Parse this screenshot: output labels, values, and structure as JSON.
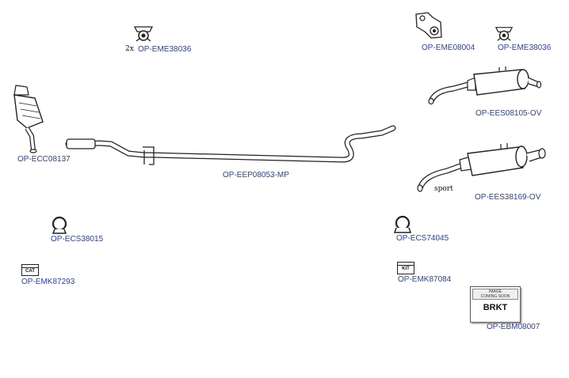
{
  "parts": {
    "eme38036_left": {
      "label": "OP-EME38036",
      "qty": "2x"
    },
    "eme08004": {
      "label": "OP-EME08004"
    },
    "eme38036_right": {
      "label": "OP-EME38036"
    },
    "ees08105": {
      "label": "OP-EES08105-OV"
    },
    "ecc08137": {
      "label": "OP-ECC08137"
    },
    "eep08053": {
      "label": "OP-EEP08053-MP"
    },
    "ees38169": {
      "label": "OP-EES38169-OV",
      "note": "sport"
    },
    "ecs38015": {
      "label": "OP-ECS38015"
    },
    "ecs74045": {
      "label": "OP-ECS74045"
    },
    "emk87293": {
      "label": "OP-EMK87293",
      "icon_text": "CAT"
    },
    "emk87084": {
      "label": "OP-EMK87084",
      "icon_text": "KIT"
    },
    "ebm08007": {
      "label": "OP-EBM08007",
      "placeholder_line1": "IMAGE",
      "placeholder_line2": "COMING SOON",
      "box_text": "BRKT"
    }
  },
  "colors": {
    "label": "#2a3fa8",
    "outline": "#222222"
  }
}
